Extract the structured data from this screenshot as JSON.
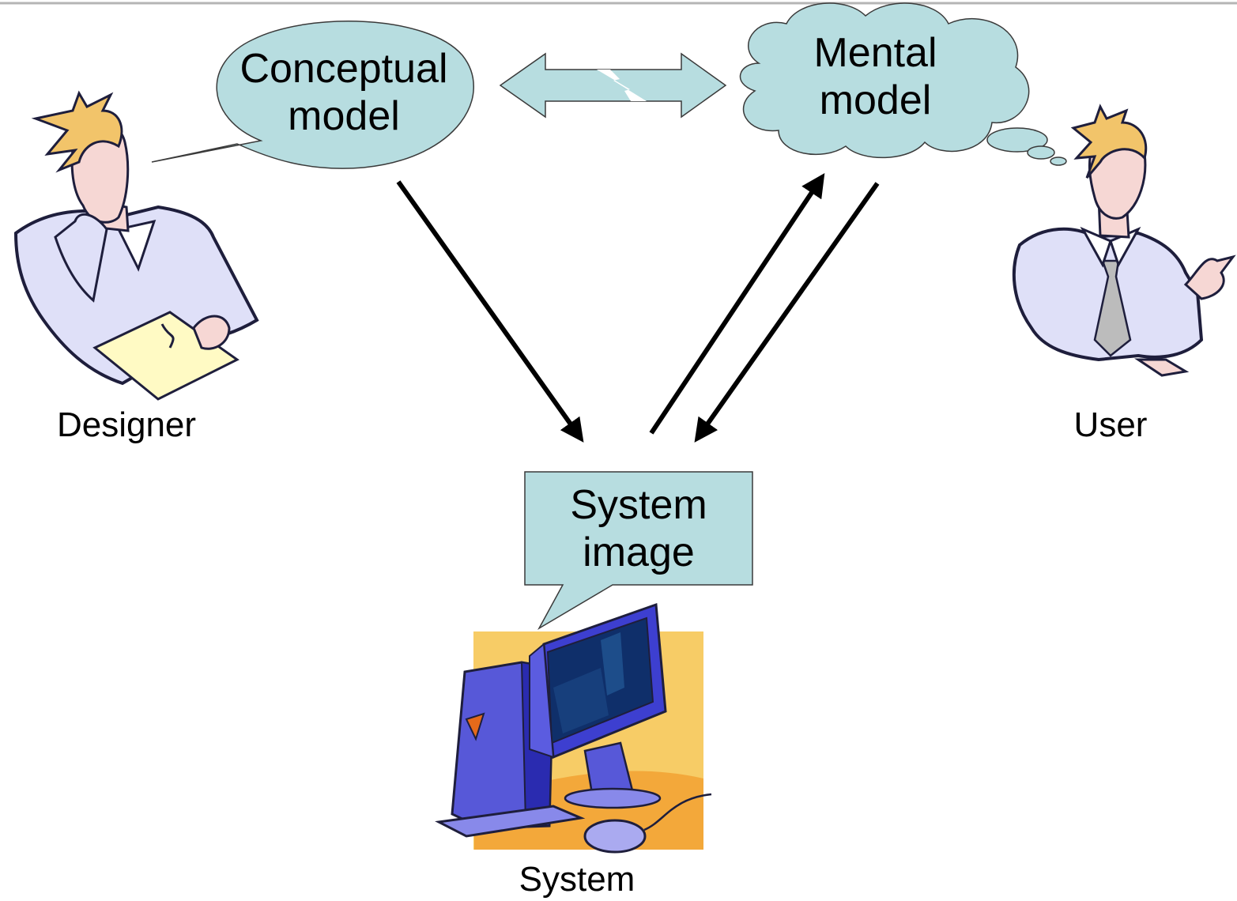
{
  "diagram": {
    "conceptual_model": {
      "line1": "Conceptual",
      "line2": "model"
    },
    "mental_model": {
      "line1": "Mental",
      "line2": "model"
    },
    "system_image": {
      "line1": "System",
      "line2": "image"
    },
    "designer_label": "Designer",
    "user_label": "User",
    "system_label": "System",
    "colors": {
      "bubble_fill": "#b7dde0",
      "bubble_stroke": "#3a3a3a",
      "arrow": "#000000",
      "monitor_blue": "#3d3fd0",
      "backdrop_yellow": "#f7cc66",
      "shirt": "#dfe0f8",
      "hair": "#f2c46a"
    },
    "icons": [
      "designer-clipart-icon",
      "user-clipart-icon",
      "computer-clipart-icon",
      "lightning-icon"
    ]
  }
}
